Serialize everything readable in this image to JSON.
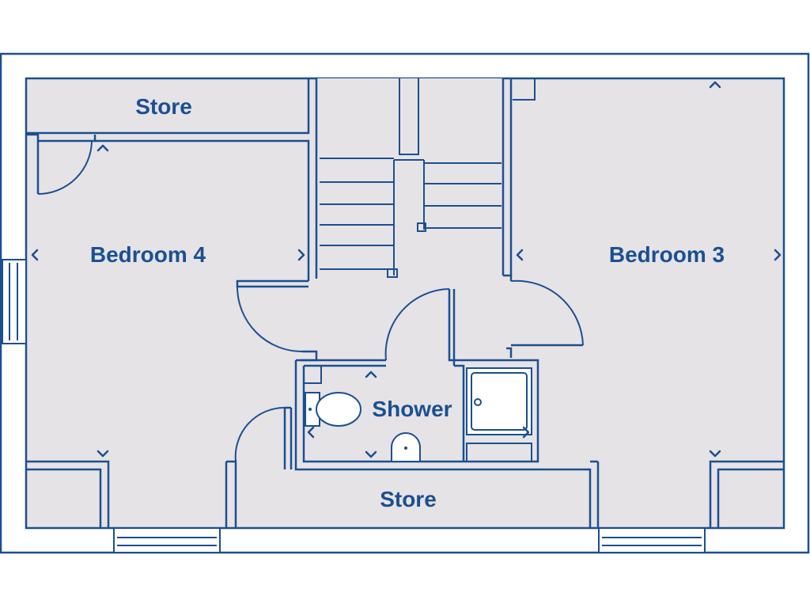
{
  "rooms": {
    "store_top": "Store",
    "bedroom_4": "Bedroom 4",
    "bedroom_3": "Bedroom 3",
    "shower": "Shower",
    "store_bottom": "Store"
  },
  "colors": {
    "line": "#1b4f91",
    "floor": "#e6e3e6",
    "background": "#ffffff"
  }
}
